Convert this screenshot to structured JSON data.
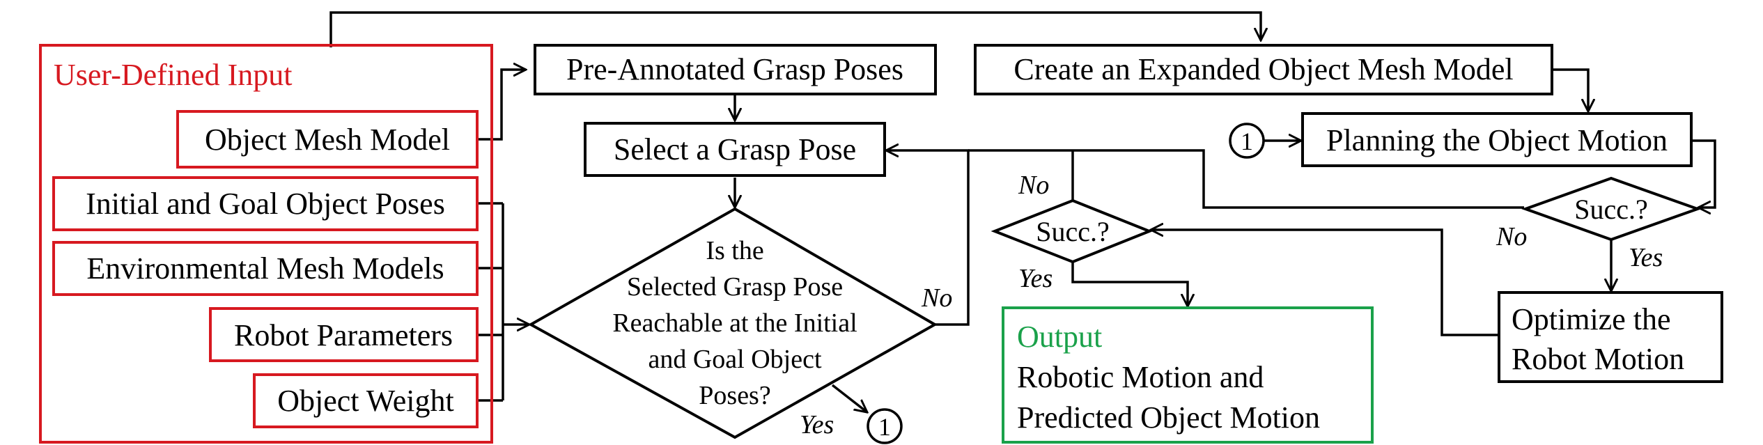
{
  "colors": {
    "input": "#d71920",
    "output": "#1aa14a",
    "line": "#000000"
  },
  "user_input": {
    "title": "User-Defined Input",
    "object_mesh_model": "Object Mesh Model",
    "initial_goal_poses": "Initial and Goal Object Poses",
    "environmental_mesh_models": "Environmental Mesh Models",
    "robot_parameters": "Robot Parameters",
    "object_weight": "Object Weight"
  },
  "steps": {
    "pre_annotated": "Pre-Annotated Grasp Poses",
    "select_grasp": "Select a Grasp Pose",
    "expanded_mesh": "Create an Expanded Object Mesh Model",
    "planning_motion": "Planning the Object Motion",
    "optimize_line1": "Optimize the",
    "optimize_line2": "Robot Motion"
  },
  "decision_reach": {
    "line1": "Is the",
    "line2": "Selected Grasp Pose",
    "line3": "Reachable at the Initial",
    "line4": "and Goal Object",
    "line5": "Poses?"
  },
  "decisions": {
    "succ_right": "Succ.?",
    "succ_left": "Succ.?"
  },
  "connector": "1",
  "edge_labels": {
    "no_reach": "No",
    "yes_reach": "Yes",
    "no_succ_left": "No",
    "yes_succ_left": "Yes",
    "no_succ_right": "No",
    "yes_succ_right": "Yes"
  },
  "output": {
    "title": "Output",
    "line1": "Robotic Motion and",
    "line2": "Predicted Object Motion"
  }
}
